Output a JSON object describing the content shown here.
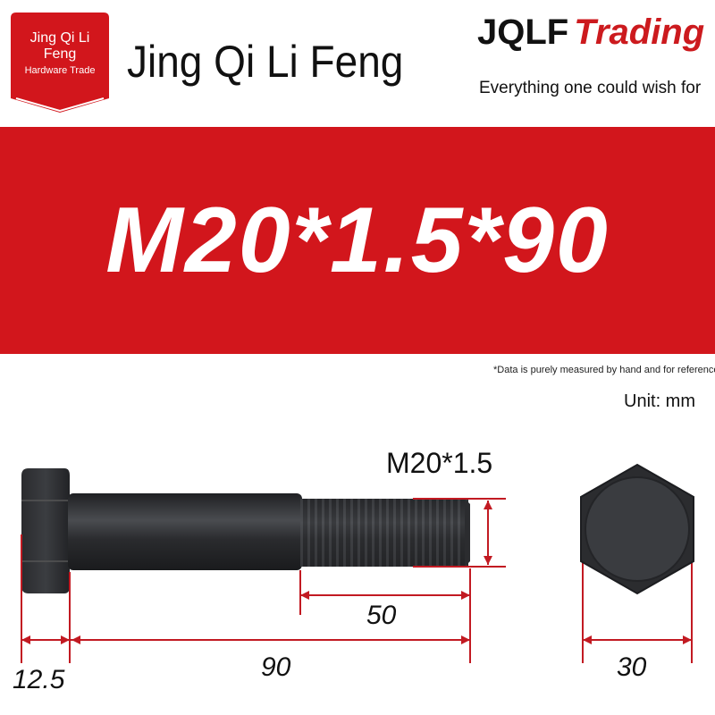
{
  "badge": {
    "line1": "Jing Qi Li",
    "line2": "Feng",
    "line3": "Hardware Trade"
  },
  "header": {
    "brand_name": "Jing Qi Li Feng",
    "trade_brand_a": "JQLF",
    "trade_brand_b": "Trading",
    "slogan": "Everything one could wish for"
  },
  "banner": {
    "spec": "M20*1.5*90"
  },
  "notes": {
    "disclaimer": "*Data is purely measured by hand and for reference o",
    "unit": "Unit: mm"
  },
  "dimensions": {
    "thread": "M20*1.5",
    "thread_length": "50",
    "total_length": "90",
    "head_height": "12.5",
    "head_width": "30"
  },
  "colors": {
    "brand_red": "#d2161c",
    "dimension_red": "#c21a22",
    "bolt_dark": "#2b2c2f"
  },
  "icons": {
    "badge": "ribbon-badge-icon",
    "bolt": "hex-bolt-icon"
  }
}
